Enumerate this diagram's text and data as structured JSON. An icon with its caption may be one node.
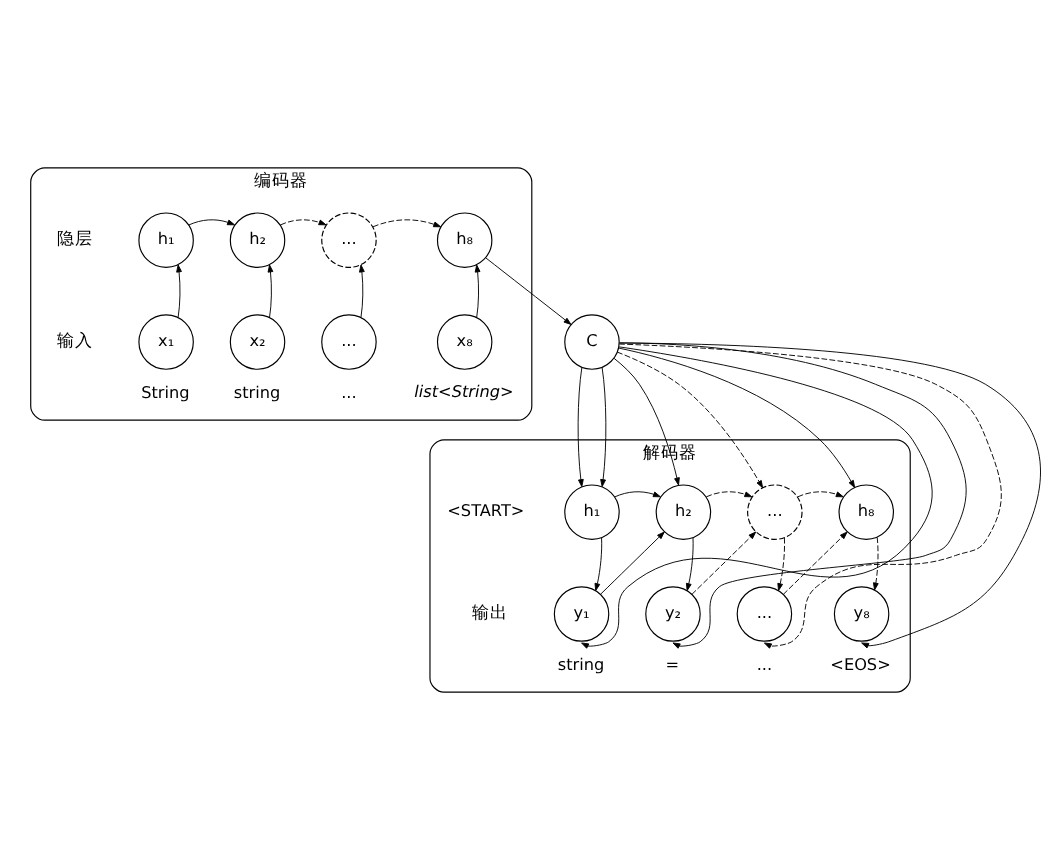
{
  "diagram": {
    "nodes": [
      {
        "text": [
          "编码器"
        ]
      },
      {
        "text": [
          "h₁"
        ],
        "in": 0
      },
      {
        "text": [
          "h₂"
        ],
        "in": 0
      },
      {
        "text": [
          "..."
        ],
        "in": 0
      },
      {
        "text": [
          "h₈"
        ],
        "in": 0
      },
      {
        "text": [
          "x₁"
        ],
        "in": 0,
        "beside": [
          "String"
        ]
      },
      {
        "text": [
          "x₂"
        ],
        "in": 0,
        "beside": [
          "string"
        ]
      },
      {
        "text": [
          "..."
        ],
        "in": 0,
        "beside": [
          "..."
        ]
      },
      {
        "text": [
          "x₈"
        ],
        "in": 0,
        "beside": [
          "list<String>"
        ]
      },
      {
        "text": [
          "C"
        ]
      },
      {
        "text": [
          "解码器"
        ]
      },
      {
        "text": [
          "h₁"
        ],
        "in": 10,
        "beside": [
          "<START>"
        ]
      },
      {
        "text": [
          "h₂"
        ],
        "in": 10
      },
      {
        "text": [
          "..."
        ],
        "in": 10
      },
      {
        "text": [
          "h₈"
        ],
        "in": 10
      },
      {
        "text": [
          "y₁"
        ],
        "in": 10,
        "beside": [
          "string"
        ]
      },
      {
        "text": [
          "y₂"
        ],
        "in": 10,
        "beside": [
          "="
        ]
      },
      {
        "text": [
          "..."
        ],
        "in": 10,
        "beside": [
          "..."
        ]
      },
      {
        "text": [
          "y₈"
        ],
        "in": 10,
        "beside": [
          "<EOS>"
        ]
      }
    ],
    "edges": [
      {
        "from": 5,
        "to": 1,
        "arrow": "to"
      },
      {
        "from": 6,
        "to": 2,
        "arrow": "to"
      },
      {
        "from": 7,
        "to": 3,
        "arrow": "to"
      },
      {
        "from": 8,
        "to": 4,
        "arrow": "to"
      },
      {
        "from": 1,
        "to": 2,
        "arrow": "to"
      },
      {
        "from": 2,
        "to": 3,
        "arrow": "to",
        "style": "dashed"
      },
      {
        "from": 3,
        "to": 4,
        "arrow": "to",
        "style": "dashed"
      },
      {
        "from": 4,
        "to": 9,
        "arrow": "to"
      },
      {
        "from": 9,
        "to": 11,
        "arrow": "to"
      },
      {
        "from": 9,
        "to": 12,
        "arrow": "to"
      },
      {
        "from": 9,
        "to": 13,
        "arrow": "to",
        "style": "dashed"
      },
      {
        "from": 9,
        "to": 14,
        "arrow": "to"
      },
      {
        "from": 9,
        "to": 11,
        "arrow": "to"
      },
      {
        "from": 11,
        "to": 12,
        "arrow": "to"
      },
      {
        "from": 12,
        "to": 13,
        "arrow": "to",
        "style": "dashed"
      },
      {
        "from": 13,
        "to": 14,
        "arrow": "to",
        "style": "dashed"
      },
      {
        "from": 11,
        "to": 15,
        "arrow": "to"
      },
      {
        "from": 12,
        "to": 16,
        "arrow": "to"
      },
      {
        "from": 13,
        "to": 17,
        "arrow": "to",
        "style": "dashed"
      },
      {
        "from": 14,
        "to": 18,
        "arrow": "to",
        "style": "dashed"
      },
      {
        "from": 15,
        "to": 12,
        "arrow": "to"
      },
      {
        "from": 16,
        "to": 13,
        "arrow": "to",
        "style": "dashed"
      },
      {
        "from": 17,
        "to": 14,
        "arrow": "to",
        "style": "dashed"
      },
      {
        "from": 9,
        "to": 15,
        "arrow": "to"
      },
      {
        "from": 9,
        "to": 16,
        "arrow": "to"
      },
      {
        "from": 9,
        "to": 17,
        "arrow": "to",
        "style": "dashed"
      },
      {
        "from": 9,
        "to": 18,
        "arrow": "to"
      }
    ],
    "labels": [
      "隐层",
      "输入",
      "输出"
    ]
  }
}
